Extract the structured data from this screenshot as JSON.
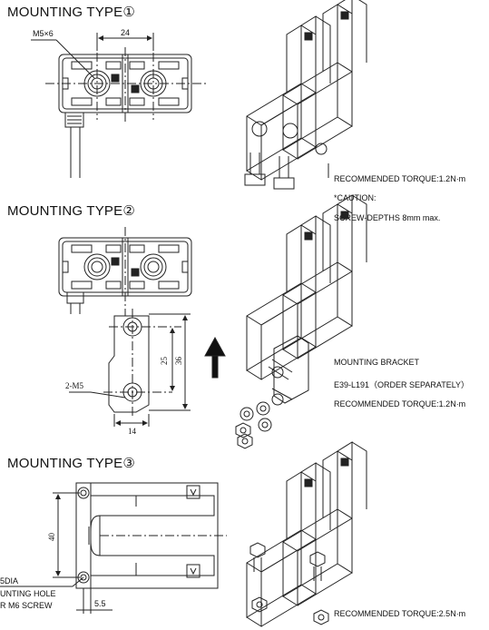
{
  "sections": [
    {
      "heading": "MOUNTING TYPE①",
      "dims": {
        "screw": "M5×6",
        "pitch": "24"
      },
      "notes": [
        "RECOMMENDED TORQUE:1.2N·m",
        "*CAUTION:",
        "SCREW-DEPTHS 8mm max."
      ]
    },
    {
      "heading": "MOUNTING TYPE②",
      "dims": {
        "screw": "2-M5",
        "width": "14",
        "hole_pitch": "25",
        "height": "36"
      },
      "notes": [
        "MOUNTING BRACKET",
        "E39-L191（ORDER SEPARATELY）",
        "RECOMMENDED TORQUE:1.2N·m"
      ]
    },
    {
      "heading": "MOUNTING TYPE③",
      "dims": {
        "height": "40",
        "hole_label_1": "5DIA",
        "hole_label_2": "UNTING HOLE",
        "hole_label_3": "R M6 SCREW",
        "offset": "5.5"
      },
      "notes": [
        "RECOMMENDED TORQUE:2.5N·m"
      ]
    }
  ]
}
